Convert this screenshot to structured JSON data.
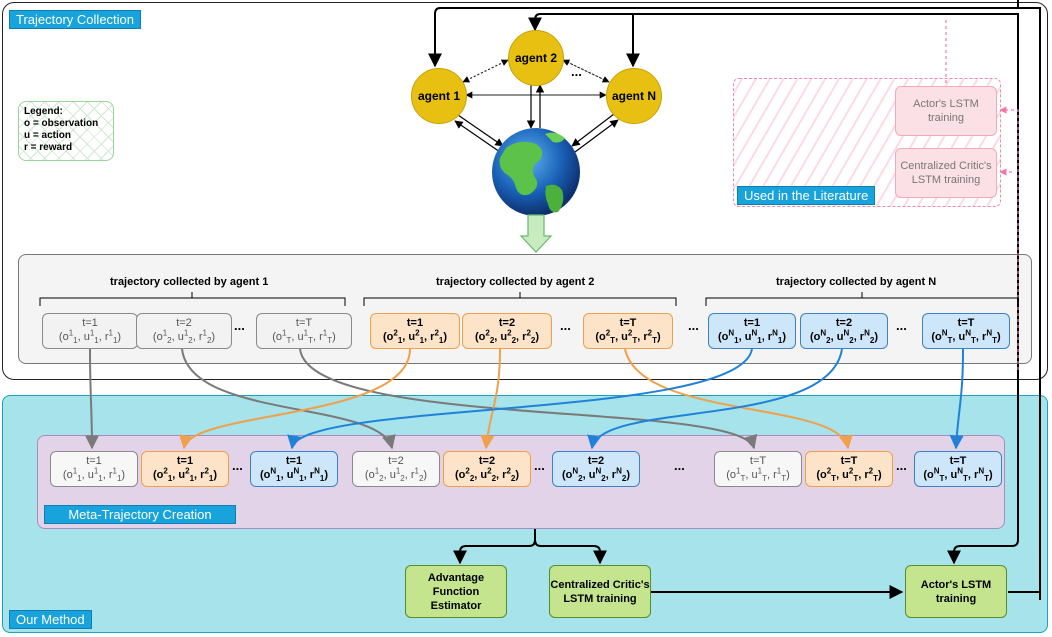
{
  "panels": {
    "trajectory_collection": "Trajectory Collection",
    "our_method": "Our Method",
    "used_in_literature": "Used in the Literature",
    "meta_creation": "Meta-Trajectory Creation"
  },
  "legend": {
    "title": "Legend:",
    "lines": [
      "o = observation",
      "u = action",
      "r = reward"
    ]
  },
  "agents": {
    "a1": "agent 1",
    "a2": "agent 2",
    "aN": "agent N",
    "ellipsis": "..."
  },
  "literature": {
    "actor": "Actor's LSTM training",
    "critic": "Centralized Critic's LSTM training"
  },
  "collected": {
    "cap1": "trajectory collected by agent 1",
    "cap2": "trajectory collected by agent 2",
    "capN": "trajectory collected by agent N"
  },
  "steps": {
    "t1": "t=1",
    "t2": "t=2",
    "tT": "t=T"
  },
  "ellipsis": "...",
  "method": {
    "advantage": "Advantage Function Estimator",
    "critic": "Centralized Critic's LSTM training",
    "actor": "Actor's LSTM training"
  },
  "colors": {
    "agent_gray": "#8a8a8a",
    "agent_orange": "#f0a04b",
    "agent_blue": "#3e82c5",
    "tag_blue": "#19a3dc",
    "lit_pink": "#f08aa8",
    "method_green": "#c4e58e"
  },
  "icons": {
    "globe": "earth-globe-icon"
  }
}
